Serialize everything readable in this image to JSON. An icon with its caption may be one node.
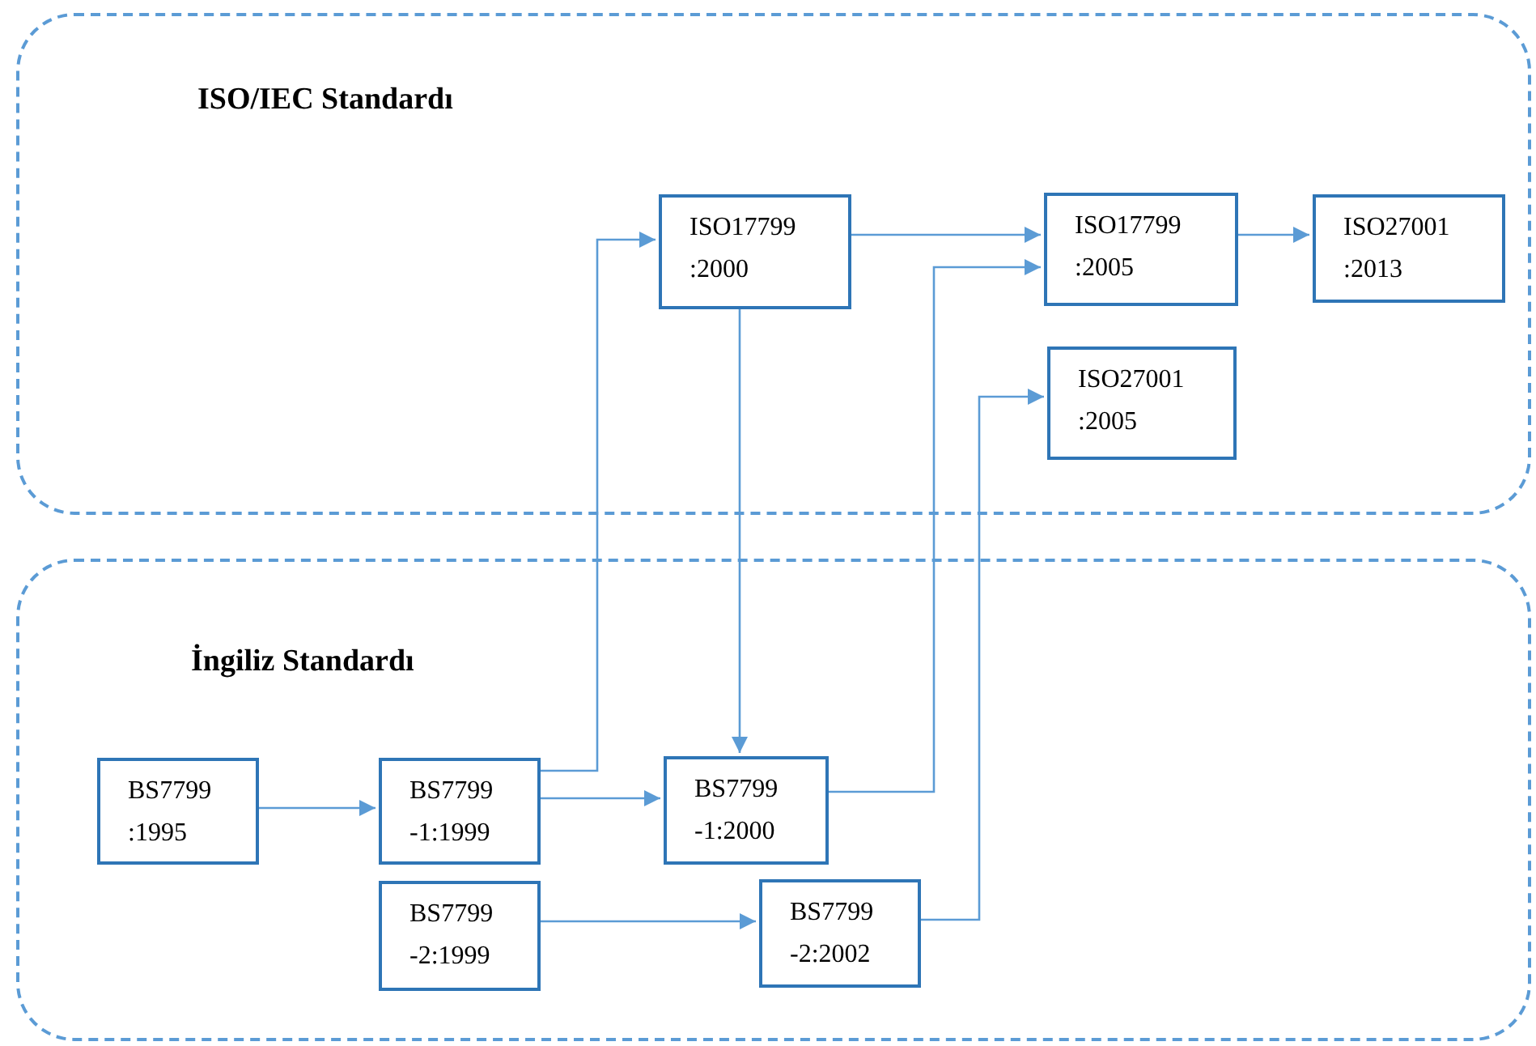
{
  "diagram": {
    "nodes": [
      {
        "text": [
          "ISO/IEC Standardı"
        ]
      },
      {
        "text": [
          "İngiliz Standardı"
        ]
      },
      {
        "text": [
          "ISO17799 :2000"
        ],
        "in": 0
      },
      {
        "text": [
          "ISO17799 :2005"
        ],
        "in": 0
      },
      {
        "text": [
          "ISO27001 :2013"
        ],
        "in": 0
      },
      {
        "text": [
          "ISO27001 :2005"
        ],
        "in": 0
      },
      {
        "text": [
          "BS7799 :1995"
        ],
        "in": 1
      },
      {
        "text": [
          "BS7799 -1:1999"
        ],
        "in": 1
      },
      {
        "text": [
          "BS7799 -1:2000"
        ],
        "in": 1
      },
      {
        "text": [
          "BS7799 -2:1999"
        ],
        "in": 1
      },
      {
        "text": [
          "BS7799 -2:2002"
        ],
        "in": 1
      }
    ],
    "edges": [
      {
        "from": 6,
        "to": 7,
        "arrow": "to"
      },
      {
        "from": 7,
        "to": 8,
        "arrow": "to"
      },
      {
        "from": 7,
        "to": 2,
        "arrow": "to"
      },
      {
        "from": 2,
        "to": 8,
        "arrow": "to"
      },
      {
        "from": 2,
        "to": 3,
        "arrow": "to"
      },
      {
        "from": 8,
        "to": 3,
        "arrow": "to"
      },
      {
        "from": 3,
        "to": 4,
        "arrow": "to"
      },
      {
        "from": 9,
        "to": 10,
        "arrow": "to"
      },
      {
        "from": 10,
        "to": 5,
        "arrow": "to"
      }
    ]
  }
}
